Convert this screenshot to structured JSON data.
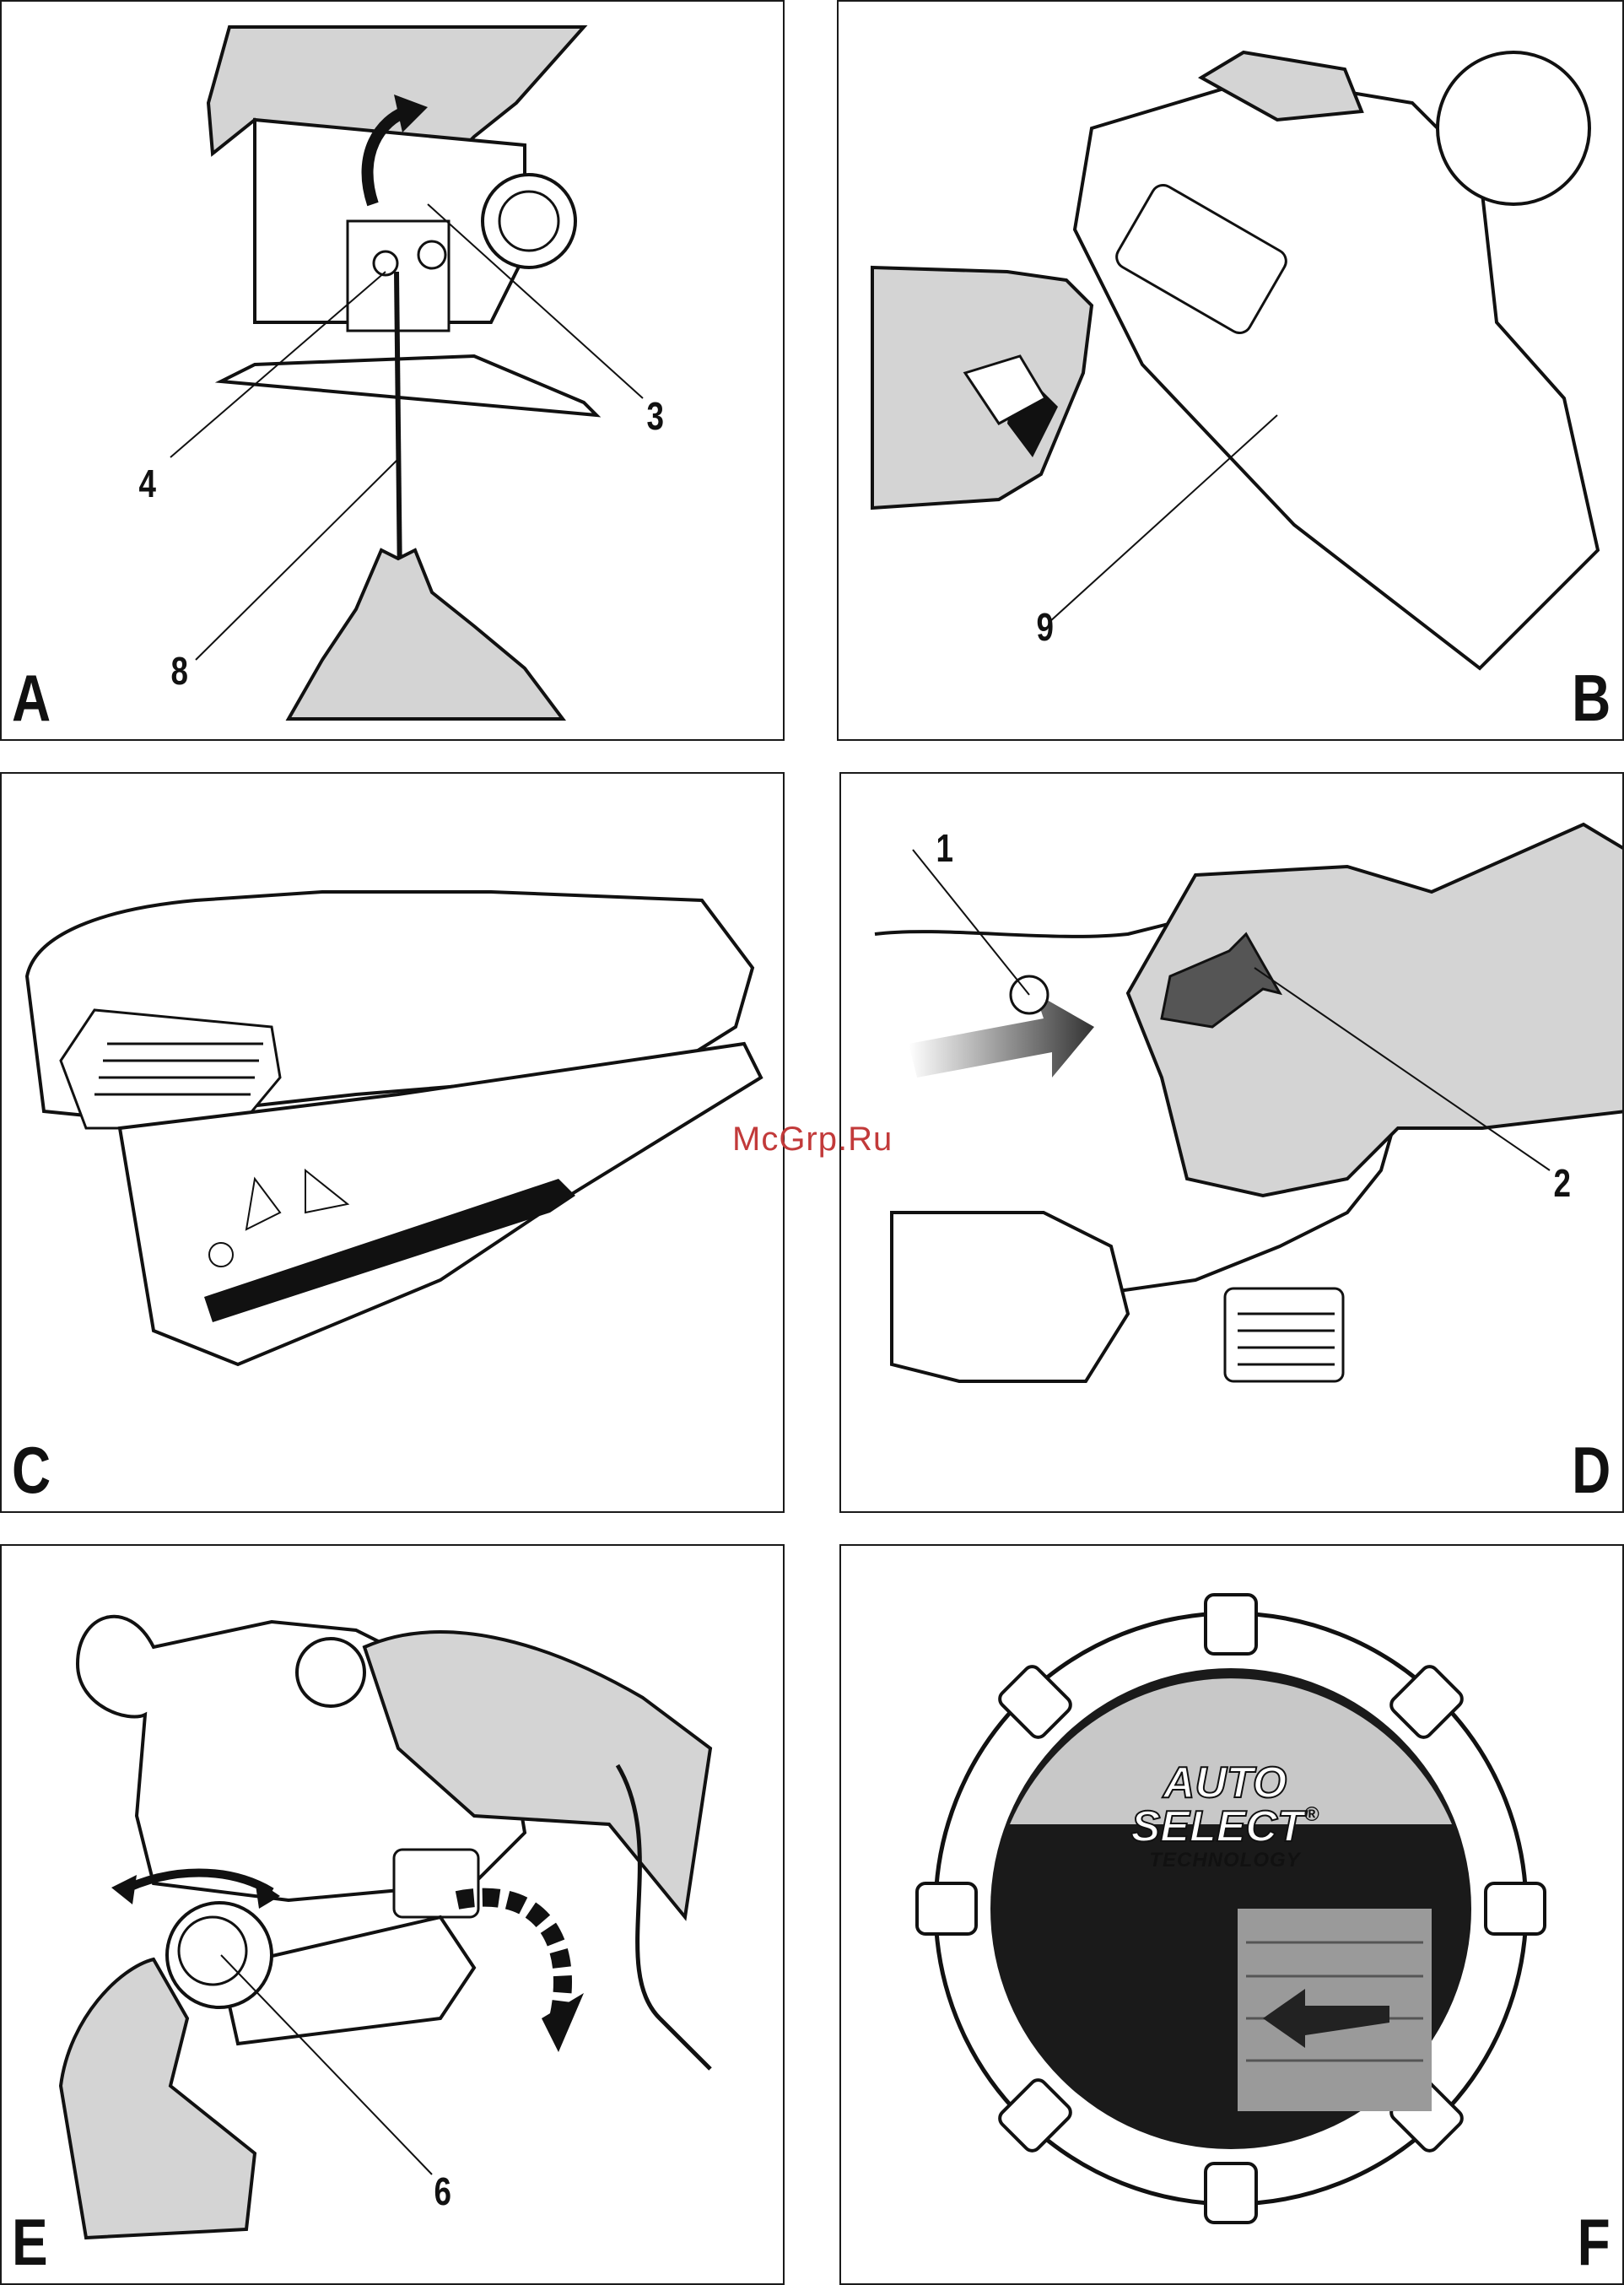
{
  "watermark": "McGrp.Ru",
  "panels": {
    "a": {
      "letter": "A",
      "callouts": {
        "c3": "3",
        "c4": "4",
        "c8": "8"
      }
    },
    "b": {
      "letter": "B",
      "callouts": {
        "c9": "9"
      }
    },
    "c": {
      "letter": "C"
    },
    "d": {
      "letter": "D",
      "callouts": {
        "c1": "1",
        "c2": "2"
      }
    },
    "e": {
      "letter": "E",
      "callouts": {
        "c6": "6"
      }
    },
    "f": {
      "letter": "F",
      "logo": {
        "line1": "AUTO",
        "line2": "SELECT",
        "line3": "TECHNOLOGY",
        "mark": "®"
      }
    }
  },
  "colors": {
    "line": "#111111",
    "hand": "#d4d4d4",
    "dial": "#1a1a1a",
    "watermark": "#c23a3a"
  }
}
